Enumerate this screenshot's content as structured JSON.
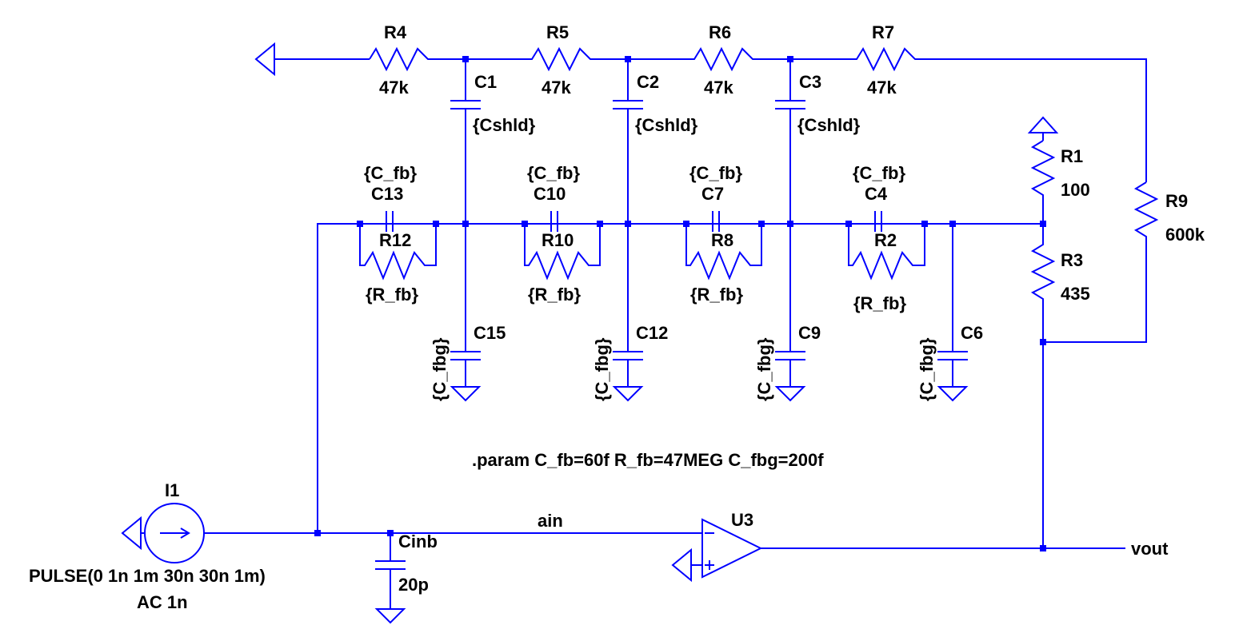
{
  "colors": {
    "wire": "#0000ff",
    "junction": "#0000ff",
    "text": "#000000",
    "background": "#ffffff"
  },
  "components": {
    "R4": {
      "name": "R4",
      "value": "47k"
    },
    "R5": {
      "name": "R5",
      "value": "47k"
    },
    "R6": {
      "name": "R6",
      "value": "47k"
    },
    "R7": {
      "name": "R7",
      "value": "47k"
    },
    "R1": {
      "name": "R1",
      "value": "100"
    },
    "R3": {
      "name": "R3",
      "value": "435"
    },
    "R9": {
      "name": "R9",
      "value": "600k"
    },
    "C1": {
      "name": "C1",
      "value": "{Cshld}"
    },
    "C2": {
      "name": "C2",
      "value": "{Cshld}"
    },
    "C3": {
      "name": "C3",
      "value": "{Cshld}"
    },
    "C13": {
      "name": "C13",
      "value": "{C_fb}"
    },
    "C10": {
      "name": "C10",
      "value": "{C_fb}"
    },
    "C7": {
      "name": "C7",
      "value": "{C_fb}"
    },
    "C4": {
      "name": "C4",
      "value": "{C_fb}"
    },
    "R12": {
      "name": "R12",
      "value": "{R_fb}"
    },
    "R10": {
      "name": "R10",
      "value": "{R_fb}"
    },
    "R8": {
      "name": "R8",
      "value": "{R_fb}"
    },
    "R2": {
      "name": "R2",
      "value": "{R_fb}"
    },
    "C15": {
      "name": "C15",
      "value": "{C_fbg}"
    },
    "C12": {
      "name": "C12",
      "value": "{C_fbg}"
    },
    "C9": {
      "name": "C9",
      "value": "{C_fbg}"
    },
    "C6": {
      "name": "C6",
      "value": "{C_fbg}"
    },
    "I1": {
      "name": "I1",
      "value": "PULSE(0 1n 1m 30n 30n 1m)",
      "ac": "AC 1n"
    },
    "Cinb": {
      "name": "Cinb",
      "value": "20p"
    },
    "U3": {
      "name": "U3"
    }
  },
  "nets": {
    "ain": "ain",
    "vout": "vout"
  },
  "directive": ".param C_fb=60f R_fb=47MEG C_fbg=200f"
}
